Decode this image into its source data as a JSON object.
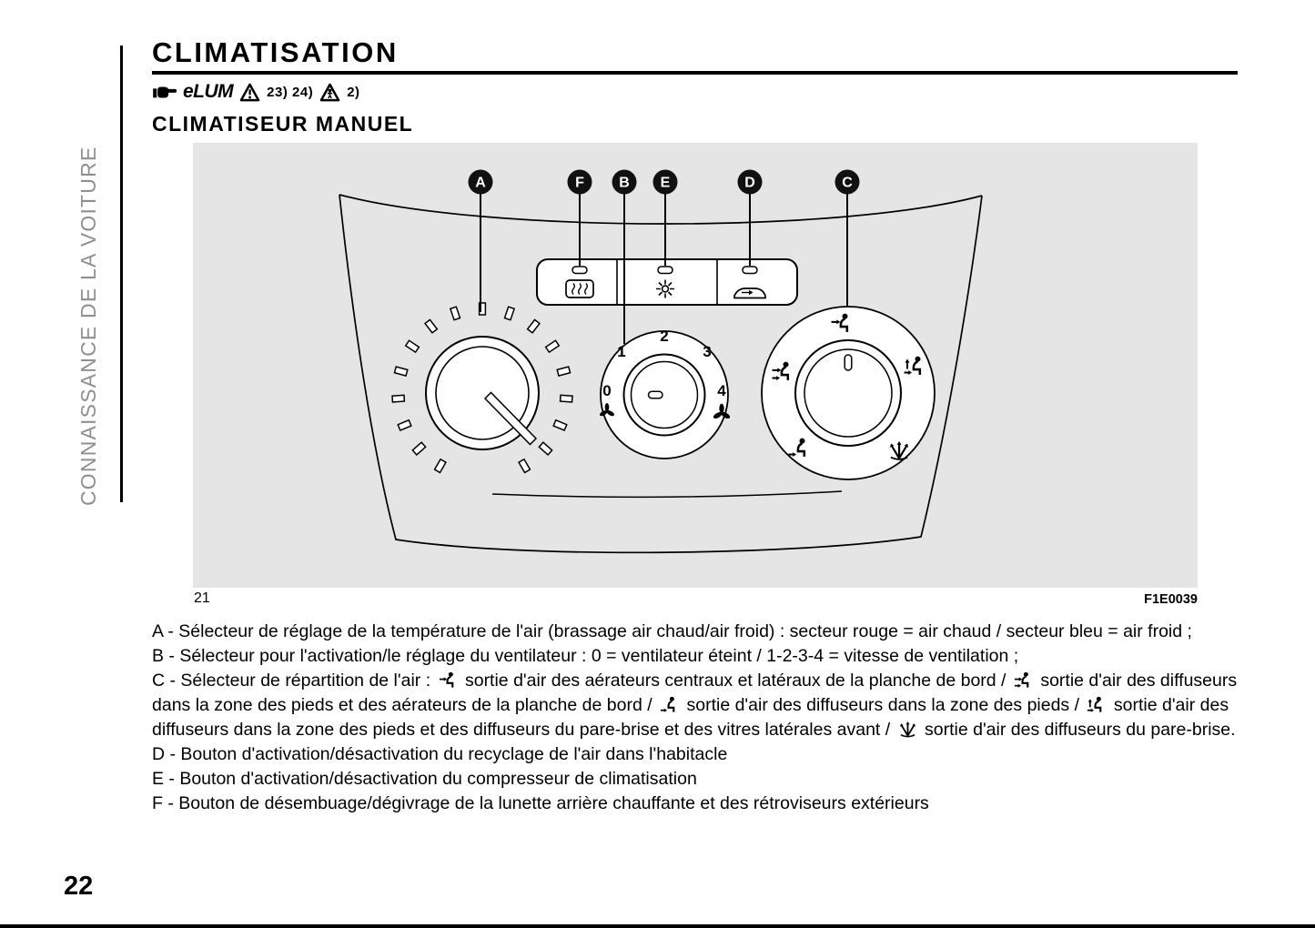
{
  "sidebar": {
    "label": "CONNAISSANCE DE LA VOITURE"
  },
  "header": {
    "title": "CLIMATISATION",
    "elum_label": "eLUM",
    "ref_warning": "23) 24)",
    "ref_person": "2)",
    "subtitle": "CLIMATISEUR MANUEL"
  },
  "figure": {
    "number": "21",
    "code": "F1E0039",
    "callouts": [
      "A",
      "F",
      "B",
      "E",
      "D",
      "C"
    ],
    "fan_positions": [
      "0",
      "1",
      "2",
      "3",
      "4"
    ]
  },
  "body": {
    "item_a": "A - Sélecteur de réglage de la température de l'air (brassage air chaud/air froid) : secteur rouge = air chaud / secteur bleu = air froid ;",
    "item_b": "B - Sélecteur pour l'activation/le réglage du ventilateur : 0 = ventilateur éteint / 1-2-3-4 = vitesse de ventilation ;",
    "item_c_intro": "C - Sélecteur de répartition de l'air :",
    "item_c_seg1": "sortie d'air des aérateurs centraux et latéraux de la planche de bord /",
    "item_c_seg2": "sortie d'air des diffuseurs dans la zone des pieds et des aérateurs de la planche de bord /",
    "item_c_seg3": "sortie d'air des diffuseurs dans la zone des pieds /",
    "item_c_seg4": "sortie d'air des diffuseurs dans la zone des pieds et des diffuseurs du pare-brise et des vitres latérales avant /",
    "item_c_seg5": "sortie d'air des diffuseurs du pare-brise.",
    "item_d": "D - Bouton d'activation/désactivation du recyclage de l'air dans l'habitacle",
    "item_e": "E - Bouton d'activation/désactivation du compresseur de climatisation",
    "item_f": "F - Bouton de désembuage/dégivrage de la lunette arrière chauffante et des rétroviseurs extérieurs"
  },
  "page": {
    "number": "22"
  },
  "colors": {
    "figure_bg": "#e5e5e5",
    "sidebar_text": "#8f8f8f",
    "ink": "#000000"
  }
}
